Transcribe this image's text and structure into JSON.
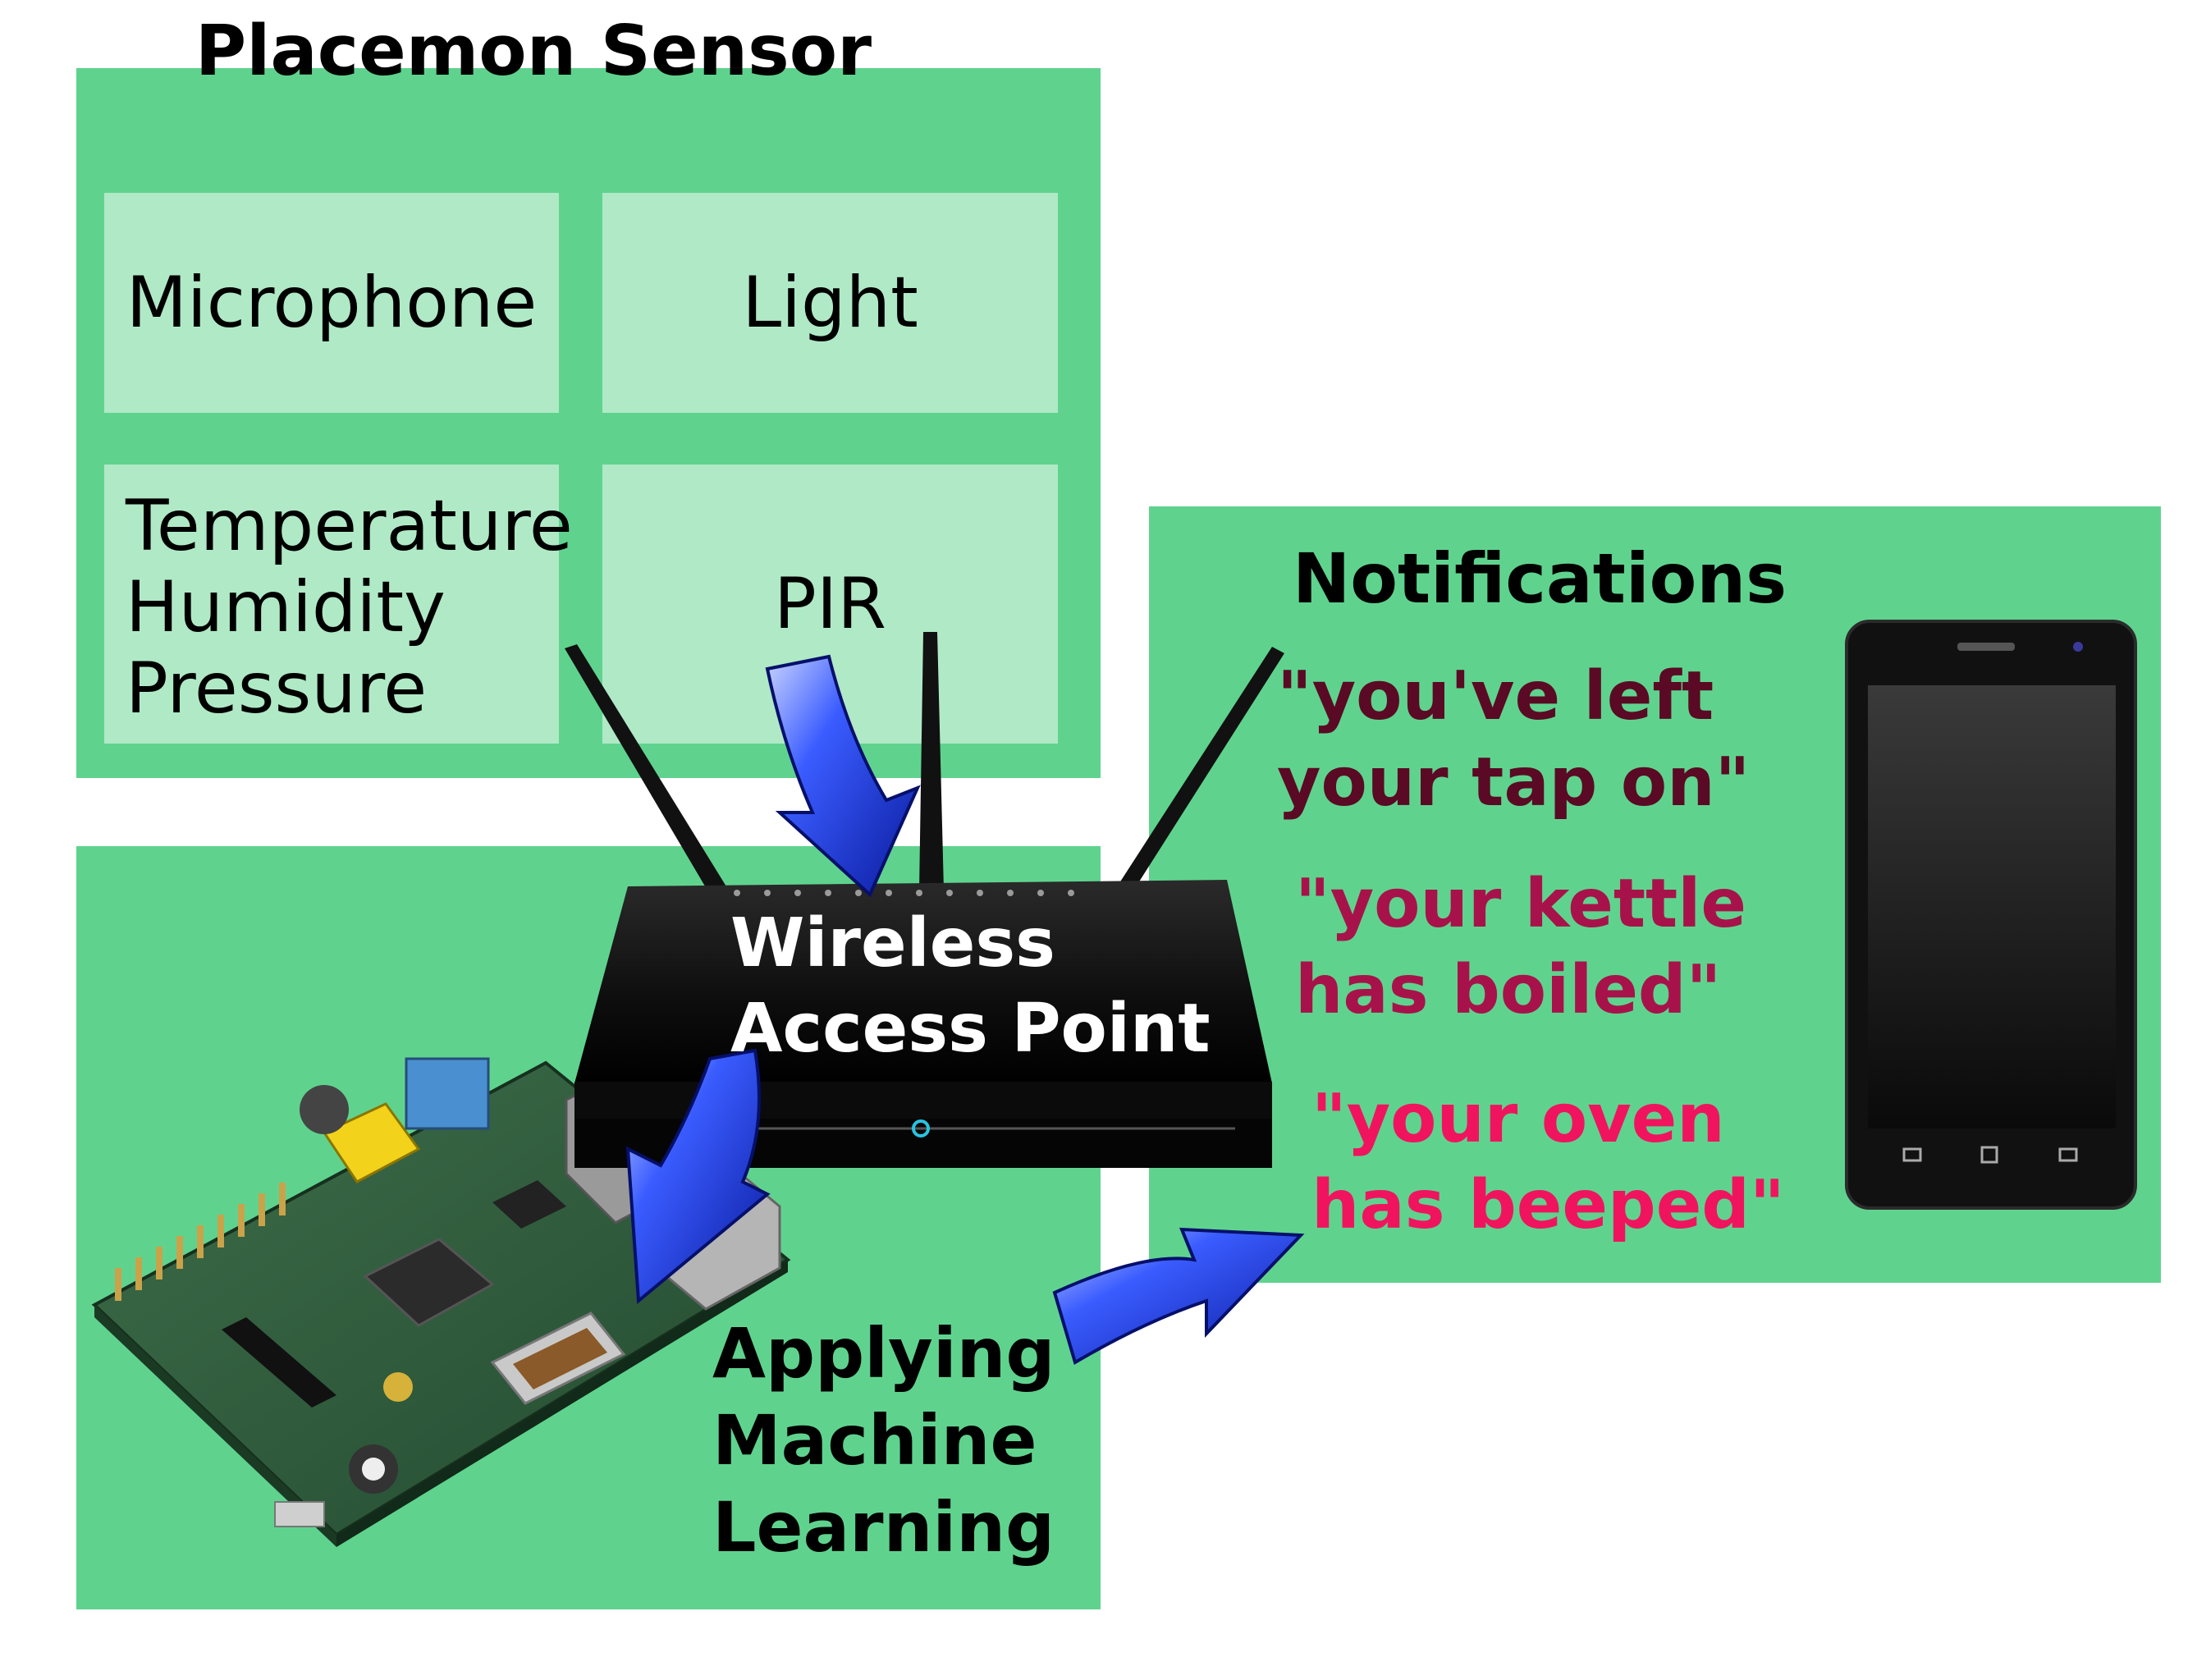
{
  "colors": {
    "panel_green": "#5fd38e",
    "tile_green": "#b0e9c6",
    "router_black": "#111111",
    "arrow_blue": "#1a2fd6",
    "msg_1": "#5a0a24",
    "msg_2": "#a8124a",
    "msg_3": "#f0145f"
  },
  "sensor": {
    "title": "Placemon Sensor",
    "tiles": {
      "microphone": "Microphone",
      "light": "Light",
      "thp": [
        "Temperature",
        "Humidity",
        "Pressure"
      ],
      "pir": "PIR"
    }
  },
  "router": {
    "label": [
      "Wireless",
      "Access Point"
    ]
  },
  "ml": {
    "label": [
      "Applying",
      "Machine",
      "Learning"
    ]
  },
  "notifications": {
    "title": "Notifications",
    "messages": [
      [
        "\"you've left",
        "your tap on\""
      ],
      [
        "\"your kettle",
        "has boiled\""
      ],
      [
        "\"your oven",
        "has beeped\""
      ]
    ]
  },
  "icons": {
    "router": "wireless-router-icon",
    "board": "raspberry-pi-board-icon",
    "phone": "smartphone-icon",
    "arrow": "arrow-icon"
  }
}
